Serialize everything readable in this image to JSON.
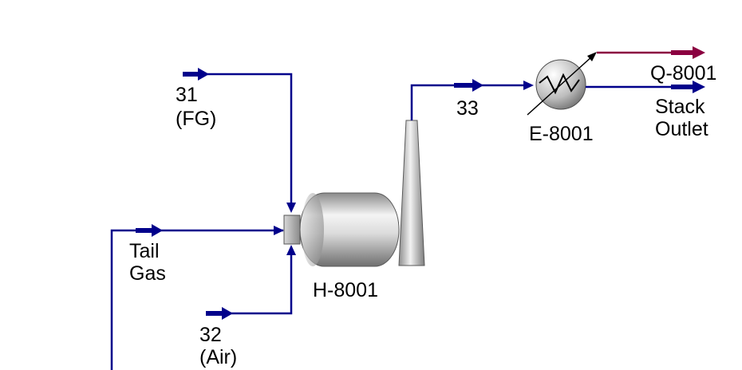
{
  "colors": {
    "material_stream": "#00008b",
    "energy_stream": "#8b0040",
    "equipment_dark": "#7a7a7a",
    "equipment_light": "#f2f2f2"
  },
  "streams": {
    "s31": {
      "id": "31",
      "desc": "(FG)"
    },
    "s32": {
      "id": "32",
      "desc": "(Air)"
    },
    "tail": {
      "line1": "Tail",
      "line2": "Gas"
    },
    "s33": {
      "id": "33"
    },
    "stack": {
      "line1": "Stack",
      "line2": "Outlet"
    },
    "q8001": {
      "id": "Q-8001"
    }
  },
  "equipment": {
    "heater": {
      "tag": "H-8001",
      "icon": "fired-heater-icon"
    },
    "exchanger": {
      "tag": "E-8001",
      "icon": "heat-exchanger-icon"
    },
    "stack": {
      "icon": "stack-chimney-icon"
    }
  }
}
